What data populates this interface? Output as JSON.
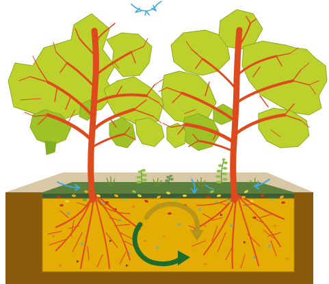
{
  "illustration": {
    "colors": {
      "sky_bird": "#3fa9e0",
      "canopy_light": "#bcd12b",
      "canopy_mid": "#9fc327",
      "canopy_dark": "#7fae25",
      "canopy_outline": "#8aa81e",
      "trunk": "#dd4a1e",
      "soil_outer": "#8b5a0b",
      "soil_inner": "#e3ad04",
      "surface_tan": "#d9c8a6",
      "litter_dark": "#3e5c35",
      "litter_mid": "#5b7f3c",
      "water_arrow": "#3fa9e0",
      "cycle_arrow_dark": "#1f6b2a",
      "cycle_arrow_light": "#b5941a",
      "particle_red": "#c0391a"
    },
    "elements": [
      "bird-icon",
      "left-tree",
      "right-tree",
      "ground-cover-plants",
      "water-flow-arrows",
      "root-systems",
      "nutrient-cycle-arrow",
      "soil-block"
    ]
  }
}
